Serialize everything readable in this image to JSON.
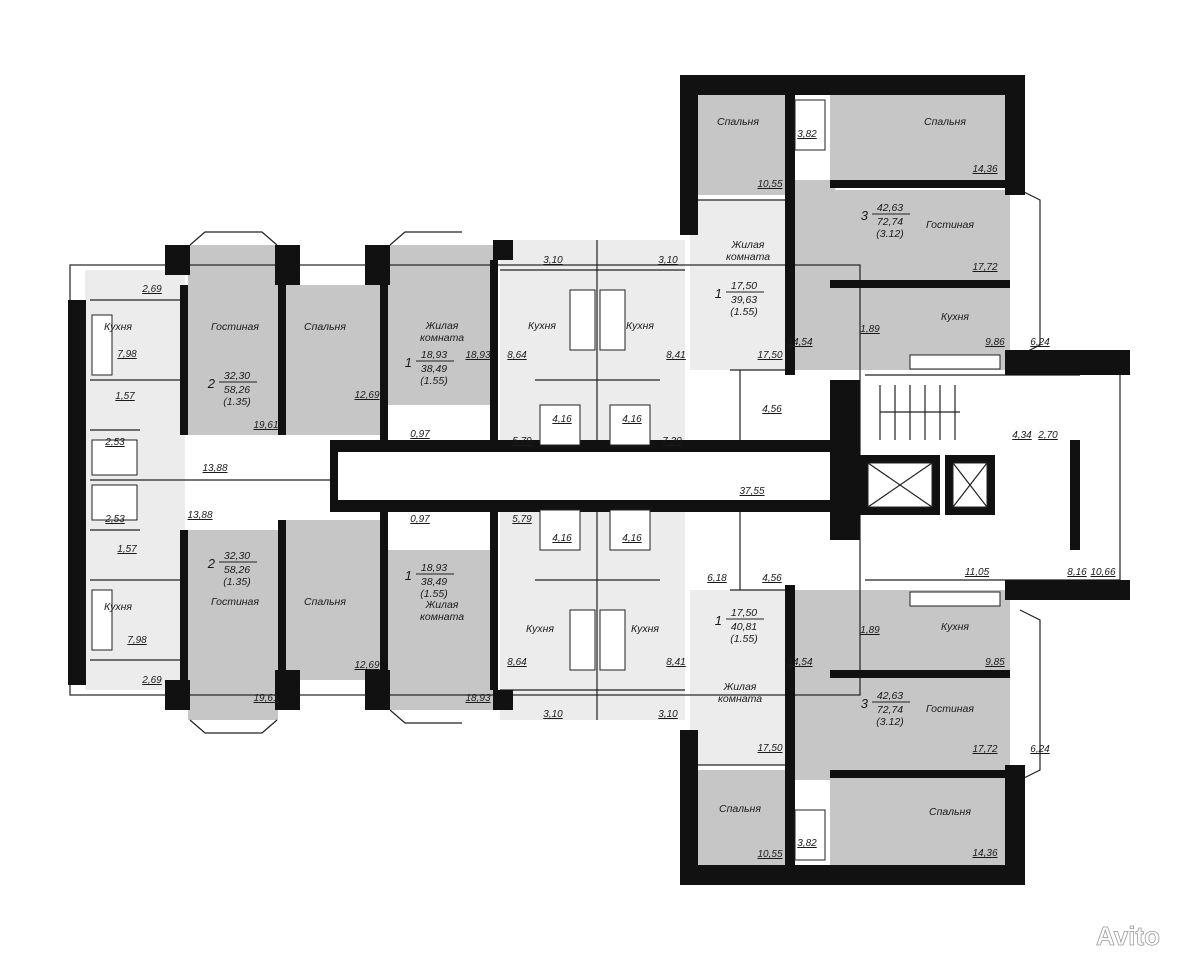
{
  "watermark": "Avito",
  "apartments": [
    {
      "id": "apt-left-top",
      "rooms": "2",
      "living": "32,30",
      "total": "58,26",
      "coef": "(1.35)"
    },
    {
      "id": "apt-left-bottom",
      "rooms": "2",
      "living": "32,30",
      "total": "58,26",
      "coef": "(1.35)"
    },
    {
      "id": "apt-mid-top",
      "rooms": "1",
      "living": "18,93",
      "total": "38,49",
      "coef": "(1.55)"
    },
    {
      "id": "apt-mid-bottom",
      "rooms": "1",
      "living": "18,93",
      "total": "38,49",
      "coef": "(1.55)"
    },
    {
      "id": "apt-center-top",
      "rooms": "1",
      "living": "17,50",
      "total": "39,63",
      "coef": "(1.55)"
    },
    {
      "id": "apt-center-bottom",
      "rooms": "1",
      "living": "17,50",
      "total": "40,81",
      "coef": "(1.55)"
    },
    {
      "id": "apt-right-top",
      "rooms": "3",
      "living": "42,63",
      "total": "72,74",
      "coef": "(3.12)"
    },
    {
      "id": "apt-right-bottom",
      "rooms": "3",
      "living": "42,63",
      "total": "72,74",
      "coef": "(3.12)"
    }
  ],
  "room_labels": [
    {
      "text": "Спальня"
    },
    {
      "text": "Спальня"
    },
    {
      "text": "Гостиная"
    },
    {
      "text": "Кухня"
    },
    {
      "text": "Жилая"
    },
    {
      "text": "комната"
    },
    {
      "text": "Кухня"
    },
    {
      "text": "Кухня"
    },
    {
      "text": "Жилая"
    },
    {
      "text": "комната"
    },
    {
      "text": "Кухня"
    },
    {
      "text": "Гостиная"
    },
    {
      "text": "Спальня"
    },
    {
      "text": "Кухня"
    },
    {
      "text": "Гостиная"
    },
    {
      "text": "Спальня"
    },
    {
      "text": "Жилая"
    },
    {
      "text": "комната"
    },
    {
      "text": "Кухня"
    },
    {
      "text": "Кухня"
    },
    {
      "text": "Жилая"
    },
    {
      "text": "комната"
    },
    {
      "text": "Кухня"
    },
    {
      "text": "Гостиная"
    },
    {
      "text": "Спальня"
    },
    {
      "text": "Спальня"
    }
  ],
  "area_labels": [
    {
      "text": "10,55"
    },
    {
      "text": "3,82"
    },
    {
      "text": "14,36"
    },
    {
      "text": "17,72"
    },
    {
      "text": "1,89"
    },
    {
      "text": "9,86"
    },
    {
      "text": "6,24"
    },
    {
      "text": "14,54"
    },
    {
      "text": "17,50"
    },
    {
      "text": "4,56"
    },
    {
      "text": "3,10"
    },
    {
      "text": "3,10"
    },
    {
      "text": "8,64"
    },
    {
      "text": "8,41"
    },
    {
      "text": "4,16"
    },
    {
      "text": "4,16"
    },
    {
      "text": "5,79"
    },
    {
      "text": "7,30"
    },
    {
      "text": "18,93"
    },
    {
      "text": "0,97"
    },
    {
      "text": "12,69"
    },
    {
      "text": "19,61"
    },
    {
      "text": "2,69"
    },
    {
      "text": "7,98"
    },
    {
      "text": "1,57"
    },
    {
      "text": "2,53"
    },
    {
      "text": "13,88"
    },
    {
      "text": "13,88"
    },
    {
      "text": "2,53"
    },
    {
      "text": "1,57"
    },
    {
      "text": "7,98"
    },
    {
      "text": "2,69"
    },
    {
      "text": "19,61"
    },
    {
      "text": "12,69"
    },
    {
      "text": "0,97"
    },
    {
      "text": "18,93"
    },
    {
      "text": "5,79"
    },
    {
      "text": "4,16"
    },
    {
      "text": "4,16"
    },
    {
      "text": "8,64"
    },
    {
      "text": "8,41"
    },
    {
      "text": "3,10"
    },
    {
      "text": "3,10"
    },
    {
      "text": "37,55"
    },
    {
      "text": "6,18"
    },
    {
      "text": "4,56"
    },
    {
      "text": "17,50"
    },
    {
      "text": "4,34"
    },
    {
      "text": "2,70"
    },
    {
      "text": "11,05"
    },
    {
      "text": "8,16"
    },
    {
      "text": "10,66"
    },
    {
      "text": "1,89"
    },
    {
      "text": "9,85"
    },
    {
      "text": "14,54"
    },
    {
      "text": "17,72"
    },
    {
      "text": "6,24"
    },
    {
      "text": "10,55"
    },
    {
      "text": "3,82"
    },
    {
      "text": "14,36"
    }
  ]
}
